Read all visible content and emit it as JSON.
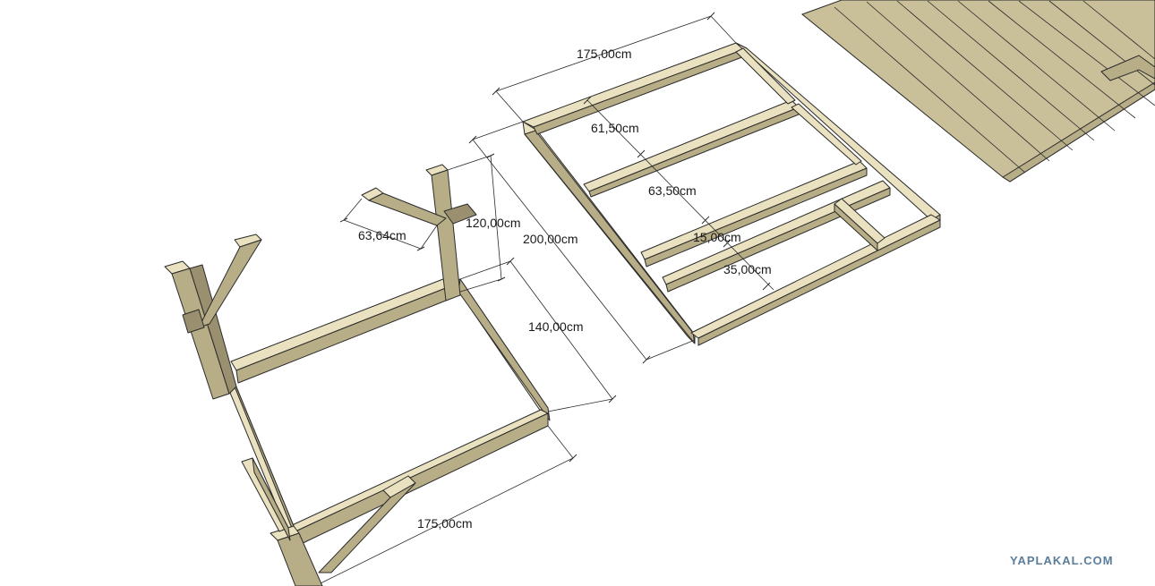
{
  "dimensions": {
    "frame_width_top": "175,00cm",
    "bay_1": "61,50cm",
    "bay_2": "63,50cm",
    "bay_3": "15,00cm",
    "bay_4": "35,00cm",
    "frame_length": "200,00cm",
    "post_height": "120,00cm",
    "brace_length": "63,64cm",
    "base_side": "140,00cm",
    "base_width": "175,00cm"
  },
  "watermark": "YAPLAKAL.COM",
  "colors": {
    "wood_light": "#e9e1bf",
    "wood_side": "#b7ad86",
    "wood_dark": "#9a9070",
    "deck": "#c9bf98",
    "watermark": "#5a7d9a"
  }
}
